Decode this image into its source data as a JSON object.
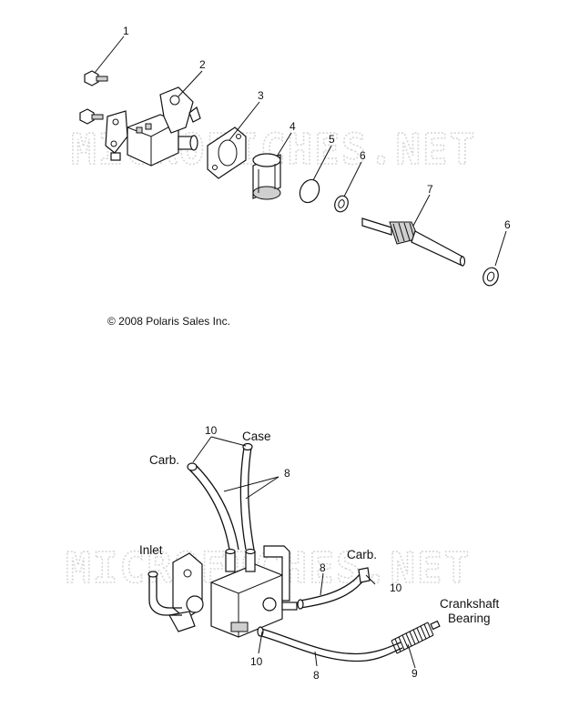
{
  "watermark": "MICROFICHES.NET",
  "copyright": "© 2008 Polaris Sales Inc.",
  "callouts_top": [
    "1",
    "2",
    "3",
    "4",
    "5",
    "6",
    "7",
    "6"
  ],
  "callouts_bottom": {
    "hose_upper_num": "10",
    "hose_upper_pair": "8",
    "carb_right_clamp": "10",
    "carb_right_hose": "8",
    "lower_clamp": "10",
    "lower_hose": "8",
    "spring": "9"
  },
  "port_labels": {
    "case": "Case",
    "carb_left": "Carb.",
    "carb_right": "Carb.",
    "inlet": "Inlet",
    "crankshaft_line1": "Crankshaft",
    "crankshaft_line2": "Bearing"
  }
}
